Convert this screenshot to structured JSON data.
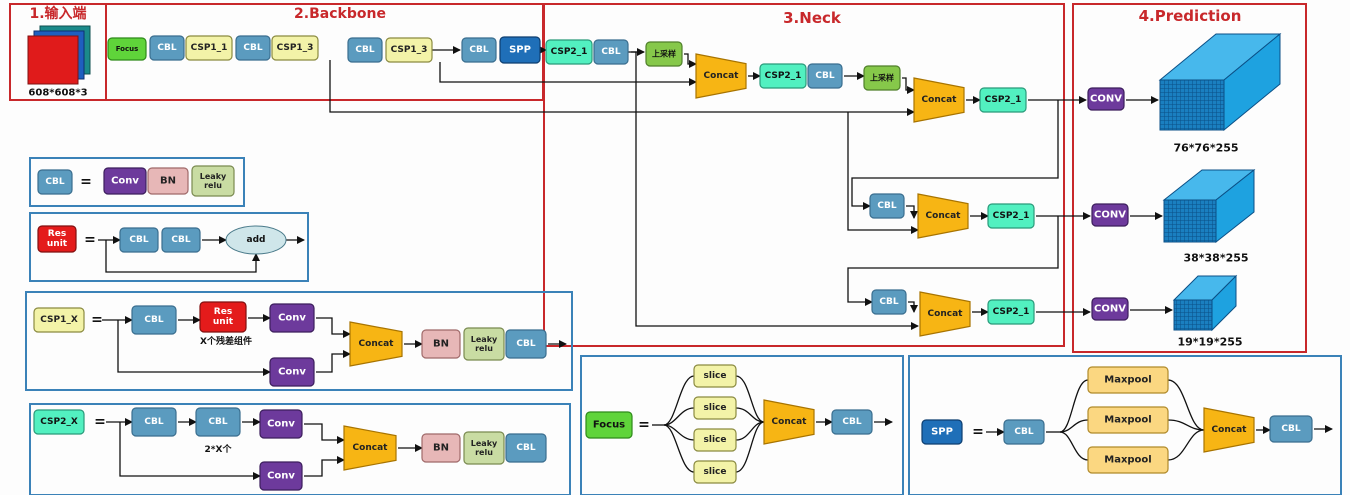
{
  "sections": {
    "input": "1.输入端",
    "backbone": "2.Backbone",
    "neck": "3.Neck",
    "prediction": "4.Prediction"
  },
  "input_size": "608*608*3",
  "labels": {
    "focus": "Focus",
    "cbl": "CBL",
    "csp1_1": "CSP1_1",
    "csp1_3": "CSP1_3",
    "spp": "SPP",
    "csp2_1": "CSP2_1",
    "upsample": "上采样",
    "concat": "Concat",
    "conv_upper": "CONV",
    "conv": "Conv",
    "bn": "BN",
    "leaky_relu_1": "Leaky",
    "leaky_relu_2": "relu",
    "add": "add",
    "res_1": "Res",
    "res_2": "unit",
    "csp1_x": "CSP1_X",
    "csp2_x": "CSP2_X",
    "slice": "slice",
    "maxpool": "Maxpool",
    "eq": "="
  },
  "outputs": [
    "76*76*255",
    "38*38*255",
    "19*19*255"
  ],
  "captions": {
    "x_res": "X个残差组件",
    "two_x": "2*X个"
  },
  "colors": {
    "focus": "#5fd43a",
    "cbl": "#5b9bbf",
    "csp1": "#f3f3a8",
    "spp": "#1f6fb8",
    "csp2": "#52f0c0",
    "upsample": "#86c84a",
    "concat": "#f7b514",
    "conv": "#6d3a9c",
    "bn": "#e7b7b7",
    "leaky": "#c9dca3",
    "res": "#e41b1b",
    "red_frame": "#c8282b",
    "blue_frame": "#3b82b8"
  }
}
